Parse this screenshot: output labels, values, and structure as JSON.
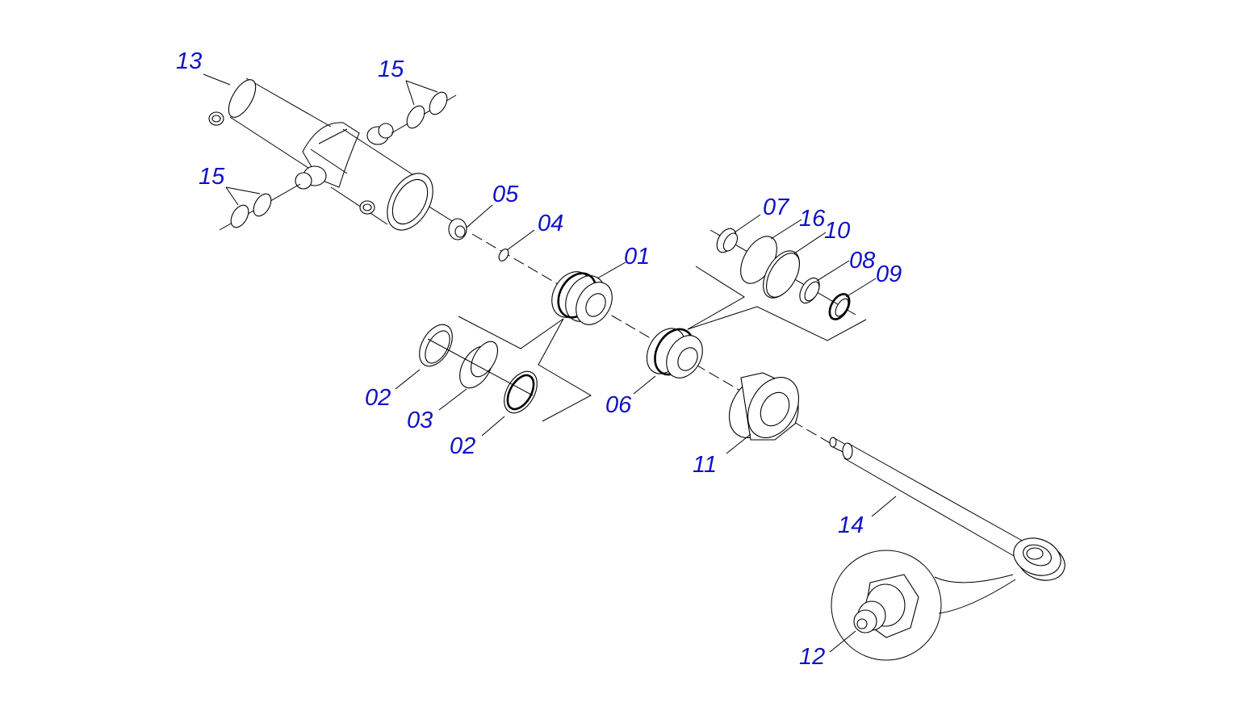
{
  "diagram": {
    "labels": [
      "13",
      "15",
      "15",
      "05",
      "04",
      "01",
      "07",
      "16",
      "10",
      "08",
      "09",
      "02",
      "03",
      "02",
      "06",
      "11",
      "14",
      "12"
    ],
    "label_color": "#1010c8",
    "line_color": "#000000",
    "background": "#ffffff"
  }
}
